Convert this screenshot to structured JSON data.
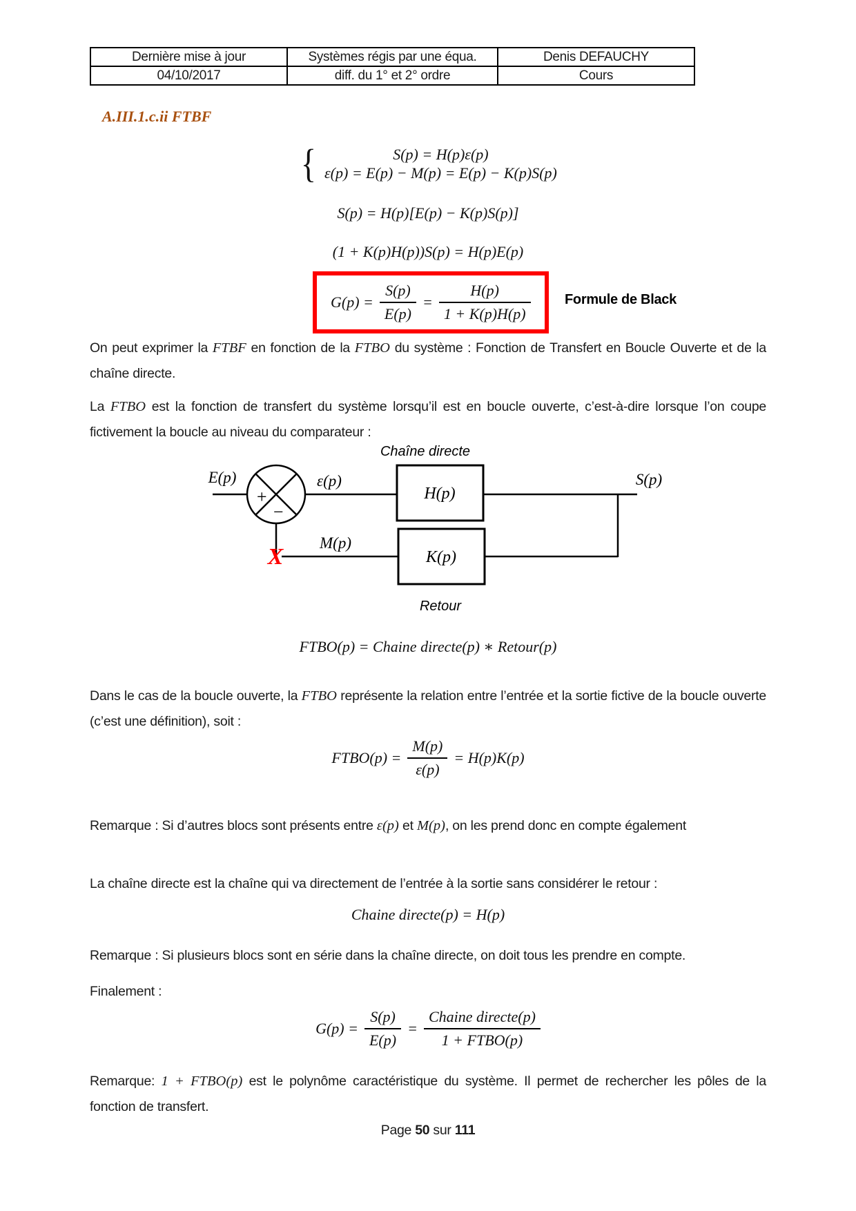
{
  "header_table": {
    "col1": {
      "row1": "Dernière mise à jour",
      "row2": "04/10/2017"
    },
    "col2": {
      "row1": "Systèmes régis par une équa.",
      "row2": "diff. du 1° et 2° ordre"
    },
    "col3": {
      "row1": "Denis DEFAUCHY",
      "row2": "Cours"
    }
  },
  "heading": "A.III.1.c.ii FTBF",
  "equations": {
    "system": {
      "brace": "{",
      "line1": "S(p) = H(p)ε(p)",
      "line2": "ε(p) = E(p) − M(p) = E(p) − K(p)S(p)"
    },
    "expanded": "S(p) = H(p)[E(p) − K(p)S(p)]",
    "characteristic": "(1 + K(p)H(p))S(p) = H(p)E(p)",
    "black": {
      "lhs": "G(p) =",
      "frac1_num": "S(p)",
      "frac1_den": "E(p)",
      "equals": "=",
      "frac2_num": "H(p)",
      "frac2_den": "1 + K(p)H(p)",
      "caption": "Formule de Black"
    },
    "ftbo_definition": "FTBO(p) = Chaine directe(p) ∗ Retour(p)",
    "ftbo_fraction": {
      "lhs": "FTBO(p) =",
      "num": "M(p)",
      "den": "ε(p)",
      "rhs": "= H(p)K(p)"
    },
    "chaine_directe": "Chaine directe(p) = H(p)",
    "final": {
      "lhs": "G(p) =",
      "frac1_num": "S(p)",
      "frac1_den": "E(p)",
      "equals": "=",
      "frac2_num": "Chaine directe(p)",
      "frac2_den": "1 + FTBO(p)"
    }
  },
  "paragraphs": {
    "p1": [
      "On peut exprimer la ",
      "FTBF",
      " en fonction de la ",
      "FTBO",
      " du système : Fonction de Transfert en Boucle Ouverte et de la chaîne directe."
    ],
    "p2": [
      "La ",
      "FTBO",
      " est la fonction de transfert du système lorsqu’il est en boucle ouverte, c’est-à-dire lorsque l’on coupe fictivement la boucle au niveau du comparateur :"
    ],
    "p3": [
      "Dans le cas de la boucle ouverte, la ",
      "FTBO",
      " représente la relation entre l’entrée et la sortie fictive de la boucle ouverte (c’est une définition), soit :"
    ],
    "p4": [
      "Remarque : Si d’autres blocs sont présents entre ",
      "ε(p)",
      " et ",
      "M(p)",
      ", on les prend donc en compte également"
    ],
    "p5": [
      "La chaîne directe est la chaîne qui va directement de l’entrée à la sortie sans considérer le retour :"
    ],
    "p6": [
      "Remarque : Si plusieurs blocs sont en série dans la chaîne directe, on doit tous les prendre en compte."
    ],
    "p7": [
      "Finalement :"
    ],
    "p8": [
      "Remarque: ",
      "1 + FTBO(p)",
      " est le polynôme caractéristique du système. Il permet de rechercher les pôles de la fonction de transfert."
    ]
  },
  "diagram": {
    "chaine_directe_label": "Chaîne directe",
    "retour_label": "Retour",
    "input_label": "E(p)",
    "error_label": "ε(p)",
    "output_label": "S(p)",
    "feedback_label": "M(p)",
    "h_block_label": "H(p)",
    "k_block_label": "K(p)",
    "plus_sign": "+",
    "minus_sign": "−",
    "cut_mark": "X"
  },
  "footer": {
    "prefix": "Page ",
    "page": "50",
    "middle": " sur ",
    "total": "111"
  },
  "colors": {
    "heading": "#a8500f",
    "highlight_box_border": "#fe0000",
    "cut_mark": "#fe0000",
    "ink": "#1b1b1b"
  }
}
